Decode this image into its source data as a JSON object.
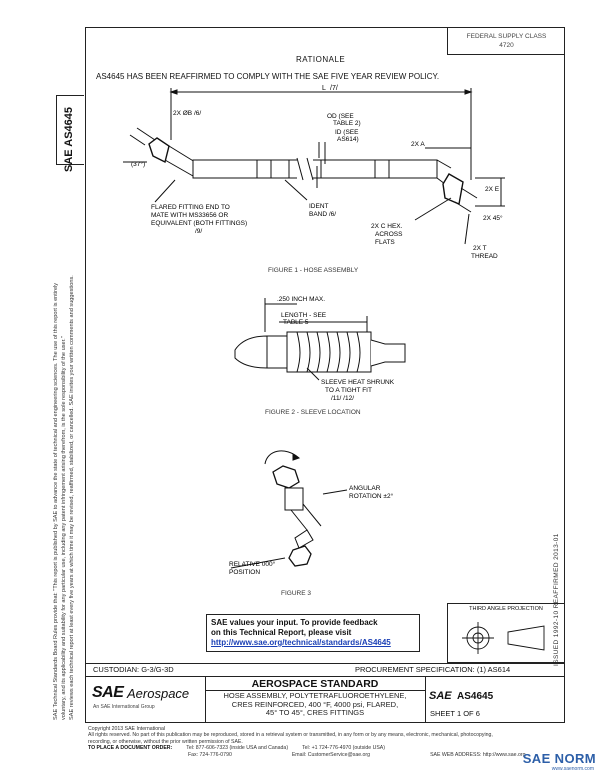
{
  "header": {
    "fsc_line1": "FEDERAL SUPPLY CLASS",
    "fsc_line2": "4720",
    "rationale_title": "RATIONALE",
    "rationale_text": "AS4645 HAS BEEN REAFFIRMED TO COMPLY WITH THE SAE FIVE YEAR REVIEW POLICY."
  },
  "side": {
    "doc_id": "SAE AS4645",
    "note_1": "SAE Technical Standards Board Rules provide that: \"This report is published by SAE to advance the state of technical and engineering sciences. The use of this report is entirely",
    "note_2": "voluntary, and its applicability and suitability for any particular use, including any patent infringement arising therefrom, is the sole responsibility of the user.\"",
    "note_3": "SAE reviews each technical report at least every five years at which time it may be revised, reaffirmed, stabilized, or cancelled. SAE invites your written comments and suggestions.",
    "dates": "ISSUED 1992-10          REAFFIRMED 2013-01"
  },
  "fig1": {
    "caption": "FIGURE 1 - HOSE ASSEMBLY",
    "l_label": "L",
    "l_ref": "/7/",
    "angle_37": "(37°)",
    "dim_2x_b": "2X ØB /6/",
    "od_label": "OD (SEE",
    "od_label2": "TABLE 2)",
    "id_label": "ID (SEE",
    "id_label2": "AS614)",
    "dim_2x_a": "2X A",
    "dim_2x_e": "2X E",
    "dim_2x_45": "2X 45°",
    "flared_1": "FLARED FITTING END TO",
    "flared_2": "MATE WITH MS33656 OR",
    "flared_3": "EQUIVALENT (BOTH FITTINGS)",
    "flared_4": "/9/",
    "ident_1": "IDENT",
    "ident_2": "BAND /6/",
    "hex_1": "2X C HEX.",
    "hex_2": "ACROSS",
    "hex_3": "FLATS",
    "thread_1": "2X T",
    "thread_2": "THREAD"
  },
  "fig2": {
    "caption": "FIGURE 2 - SLEEVE LOCATION",
    "dim_max": ".250 INCH MAX.",
    "length_1": "LENGTH - SEE",
    "length_2": "TABLE 5",
    "sleeve_1": "SLEEVE HEAT SHRUNK",
    "sleeve_2": "TO A TIGHT FIT",
    "sleeve_3": "/11/ /12/"
  },
  "fig3": {
    "caption": "FIGURE 3",
    "angular_1": "ANGULAR",
    "angular_2": "ROTATION ±2°",
    "relative_1": "RELATIVE 000°",
    "relative_2": "POSITION"
  },
  "feedback": {
    "line1": "SAE values your input. To provide feedback",
    "line2": "on this Technical Report, please visit",
    "link": "http://www.sae.org/technical/standards/AS4645"
  },
  "projection": {
    "label": "THIRD ANGLE PROJECTION"
  },
  "title_block": {
    "custodian": "CUSTODIAN:  G-3/G-3D",
    "procurement": "PROCUREMENT SPECIFICATION:  (1)  AS614",
    "logo_sae": "SAE",
    "logo_aero": "Aerospace",
    "logo_sub": "An SAE International Group",
    "standard_title": "AEROSPACE STANDARD",
    "desc_1": "HOSE ASSEMBLY, POLYTETRAFLUOROETHYLENE,",
    "desc_2": "CRES REINFORCED, 400 °F, 4000 psi, FLARED,",
    "desc_3": "45° TO 45°, CRES FITTINGS",
    "sae_small": "SAE",
    "as_number": "AS4645",
    "sheet": "SHEET 1 OF 6"
  },
  "footer": {
    "copyright": "Copyright 2013 SAE International",
    "rights": "All rights reserved. No part of this publication may be reproduced, stored in a retrieval system or transmitted, in any form or by any means, electronic, mechanical, photocopying,",
    "rights2": "recording, or otherwise, without the prior written permission of SAE.",
    "order_label": "TO PLACE A DOCUMENT ORDER:",
    "tel1": "Tel: 877-606-7323 (inside USA and Canada)",
    "tel2": "Tel: +1 724-776-4970 (outside USA)",
    "fax": "Fax: 724-776-0790",
    "email": "Email: CustomerService@sae.org",
    "web": "SAE WEB ADDRESS: http://www.sae.org"
  },
  "watermark": {
    "main": "SAE NORM",
    "sub": "www.saenorm.com"
  }
}
